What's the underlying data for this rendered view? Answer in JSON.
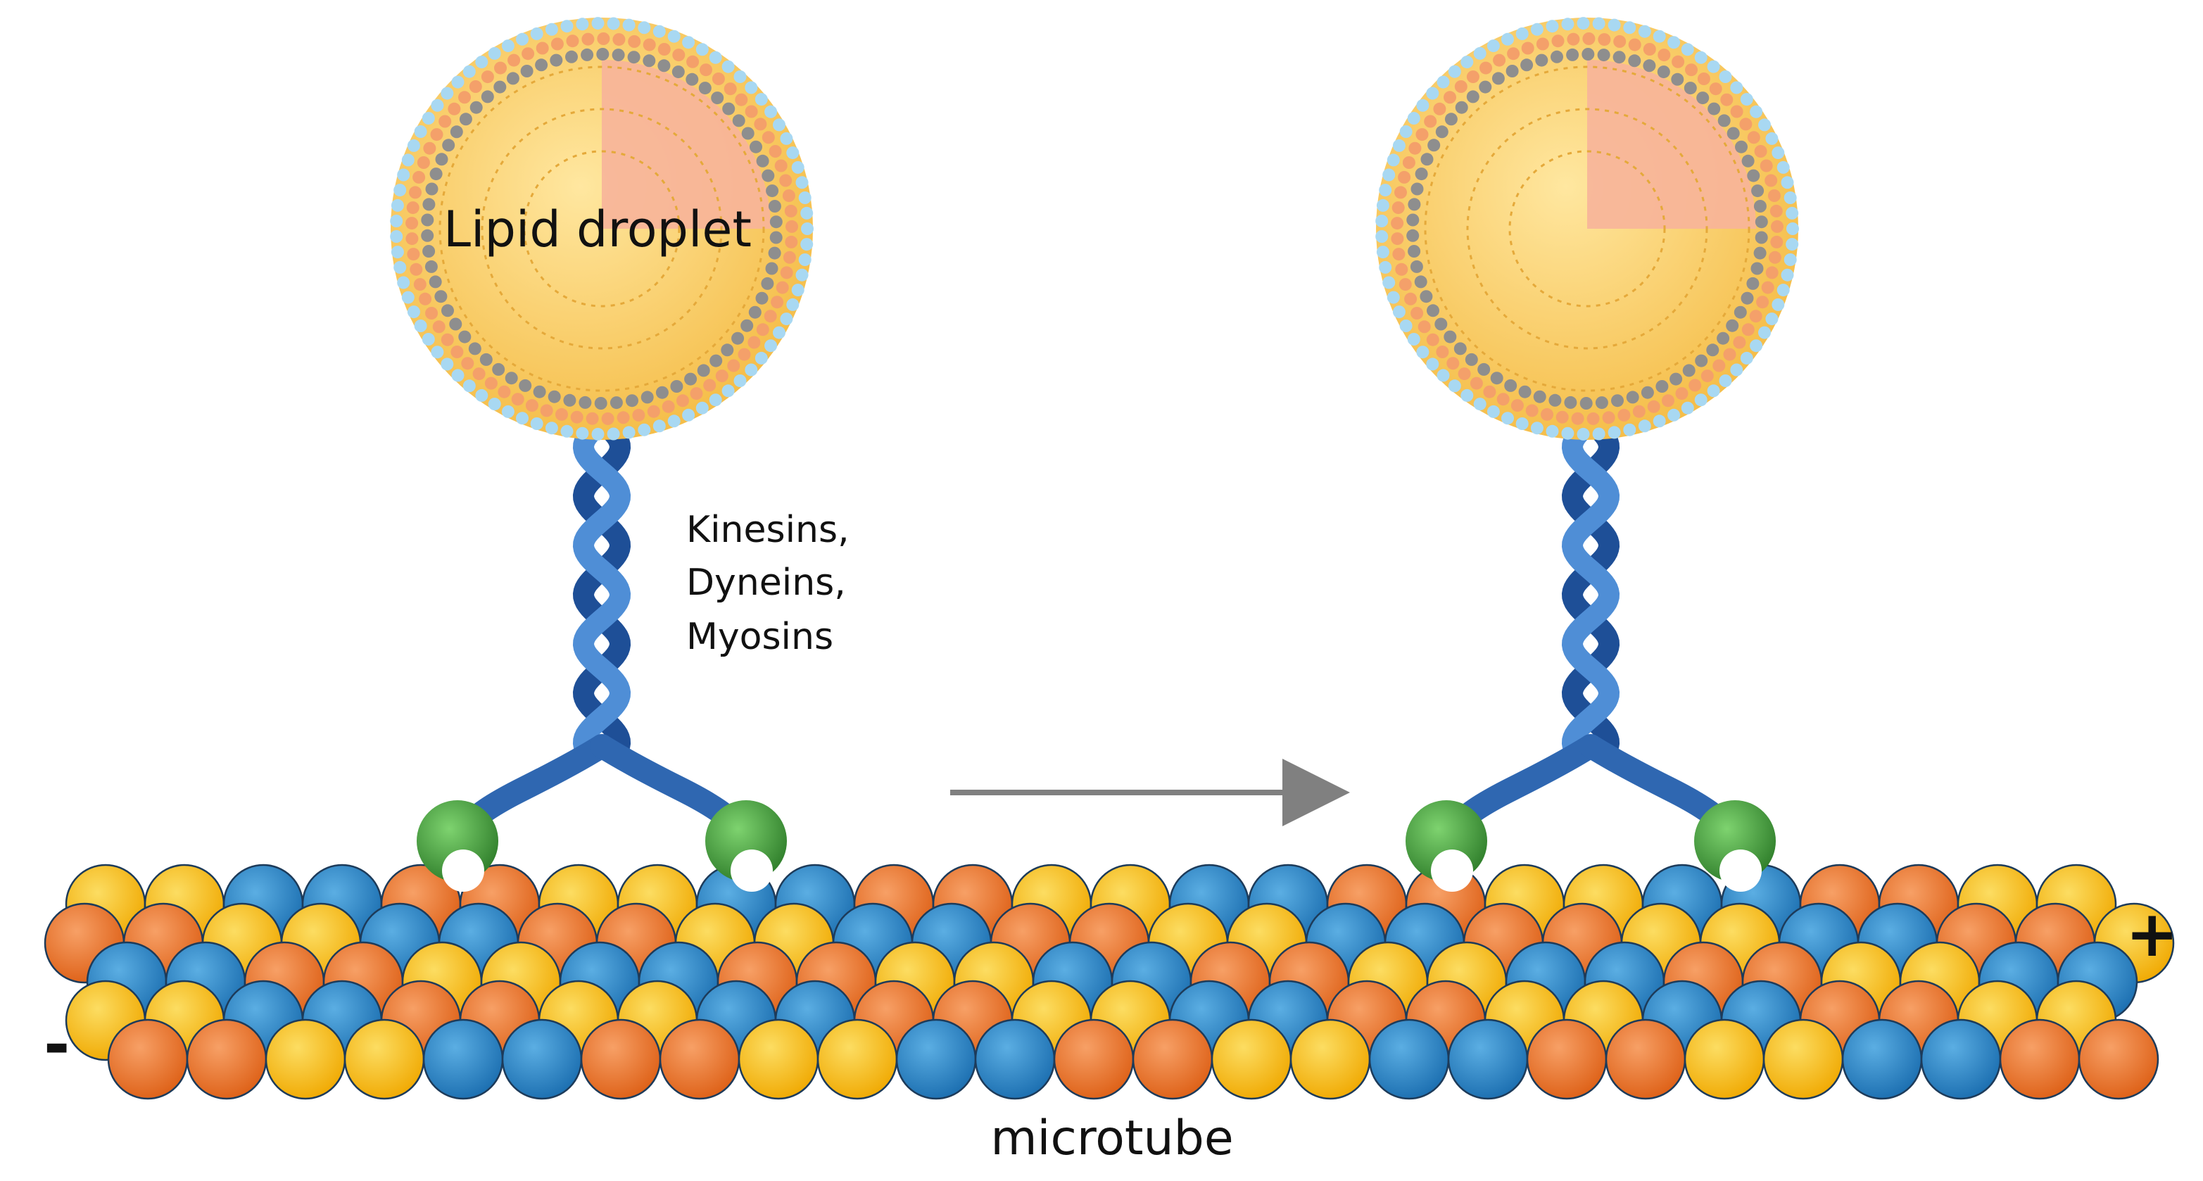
{
  "labels": {
    "lipid_droplet": "Lipid droplet",
    "motor_line1": "Kinesins,",
    "motor_line2": "Dyneins,",
    "motor_line3": "Myosins",
    "microtube": "microtube",
    "minus_end": "-",
    "plus_end": "+"
  },
  "colors": {
    "tubulin_orange": "#EE7A2E",
    "tubulin_yellow": "#F9C31B",
    "tubulin_blue": "#2E86C4",
    "motor_blue": "#2F67B1",
    "motor_head_green": "#3F9A37",
    "droplet_core": "#F7C85C",
    "droplet_cutaway": "#F7B49A",
    "lipid_head": "#A8D8F2",
    "arrow_gray": "#808080",
    "text": "#111111"
  },
  "icons": {
    "motor_head": "green-claw-head",
    "direction_arrow": "right-arrow"
  }
}
